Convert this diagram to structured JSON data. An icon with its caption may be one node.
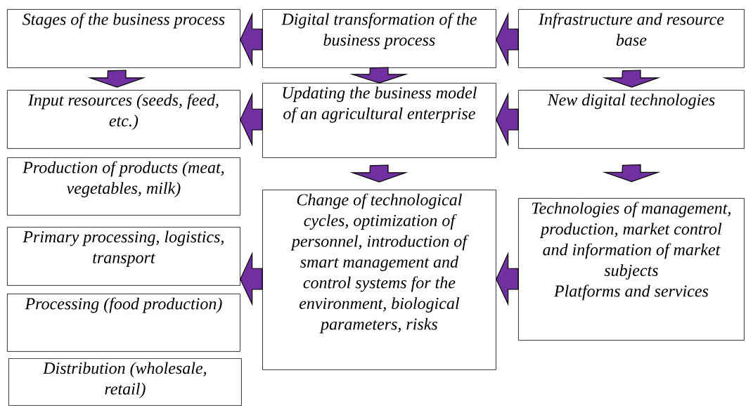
{
  "diagram": {
    "nodes": [
      {
        "text": [
          "Stages of the business process"
        ]
      },
      {
        "text": [
          "Digital transformation of the business process"
        ]
      },
      {
        "text": [
          "Infrastructure and resource base"
        ]
      },
      {
        "text": [
          "Input resources (seeds, feed, etc.)"
        ]
      },
      {
        "text": [
          "Updating the business model of an agricultural enterprise"
        ]
      },
      {
        "text": [
          "New digital technologies"
        ]
      },
      {
        "text": [
          "Production of products (meat, vegetables, milk)"
        ]
      },
      {
        "text": [
          "Change of technological cycles, optimization of personnel, introduction of smart management and control systems for the environment, biological parameters, risks"
        ]
      },
      {
        "text": [
          "Technologies of management, production, market control and information of market subjects",
          "Platforms and services"
        ]
      },
      {
        "text": [
          "Primary processing, logistics, transport"
        ]
      },
      {
        "text": [
          "Processing (food production)"
        ]
      },
      {
        "text": [
          "Distribution (wholesale, retail)"
        ]
      }
    ],
    "edges": [
      {
        "from": 1,
        "to": 0,
        "arrow": "to",
        "color": "#7030a0"
      },
      {
        "from": 2,
        "to": 1,
        "arrow": "to",
        "color": "#7030a0"
      },
      {
        "from": 0,
        "to": 3,
        "arrow": "to",
        "color": "#7030a0"
      },
      {
        "from": 1,
        "to": 4,
        "arrow": "to",
        "color": "#7030a0"
      },
      {
        "from": 2,
        "to": 5,
        "arrow": "to",
        "color": "#7030a0"
      },
      {
        "from": 4,
        "to": 3,
        "arrow": "to",
        "color": "#7030a0"
      },
      {
        "from": 5,
        "to": 4,
        "arrow": "to",
        "color": "#7030a0"
      },
      {
        "from": 4,
        "to": 7,
        "arrow": "to",
        "color": "#7030a0"
      },
      {
        "from": 5,
        "to": 8,
        "arrow": "to",
        "color": "#7030a0"
      },
      {
        "from": 8,
        "to": 7,
        "arrow": "to",
        "color": "#7030a0"
      },
      {
        "from": 7,
        "to": 9,
        "arrow": "to",
        "color": "#7030a0"
      }
    ]
  }
}
